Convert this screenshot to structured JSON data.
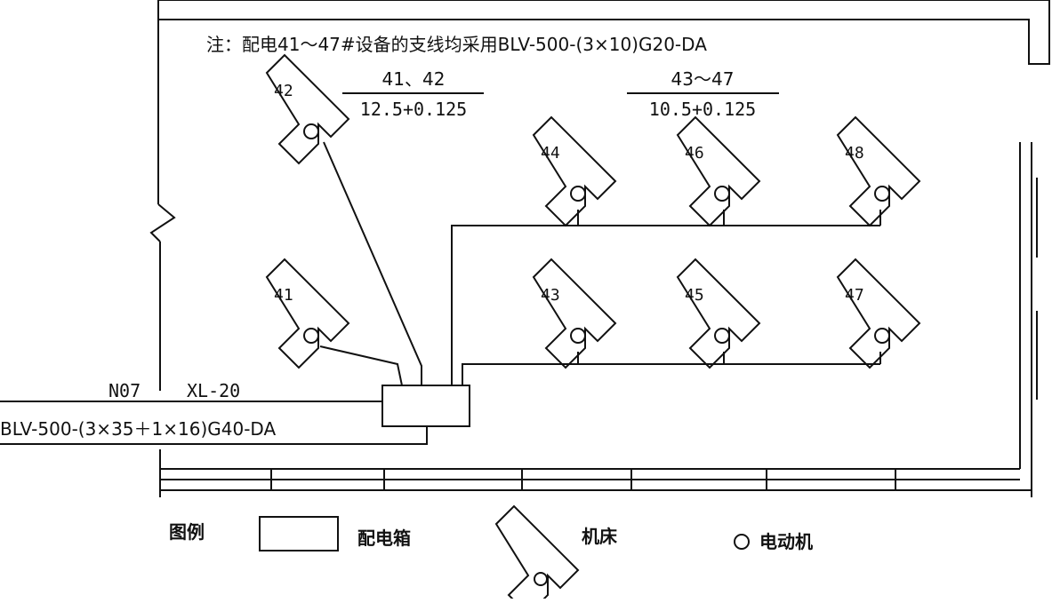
{
  "note": "注：配电41～47#设备的支线均采用BLV-500-(3×10)G20-DA",
  "fraction_left": {
    "numerator": "41、42",
    "denominator": "12.5+0.125"
  },
  "fraction_right": {
    "numerator": "43～47",
    "denominator": "10.5+0.125"
  },
  "machines": [
    {
      "id": "42",
      "label": "42"
    },
    {
      "id": "44",
      "label": "44"
    },
    {
      "id": "46",
      "label": "46"
    },
    {
      "id": "48",
      "label": "48"
    },
    {
      "id": "41",
      "label": "41"
    },
    {
      "id": "43",
      "label": "43"
    },
    {
      "id": "45",
      "label": "45"
    },
    {
      "id": "47",
      "label": "47"
    }
  ],
  "feeder": {
    "code": "N07",
    "box_name": "XL-20",
    "cable": "BLV-500-(3×35＋1×16)G40-DA"
  },
  "legend": {
    "title": "图例",
    "panel_label": "配电箱",
    "machine_label": "机床",
    "motor_label": "电动机"
  },
  "colors": {
    "line": "#111111",
    "background": "#ffffff"
  }
}
